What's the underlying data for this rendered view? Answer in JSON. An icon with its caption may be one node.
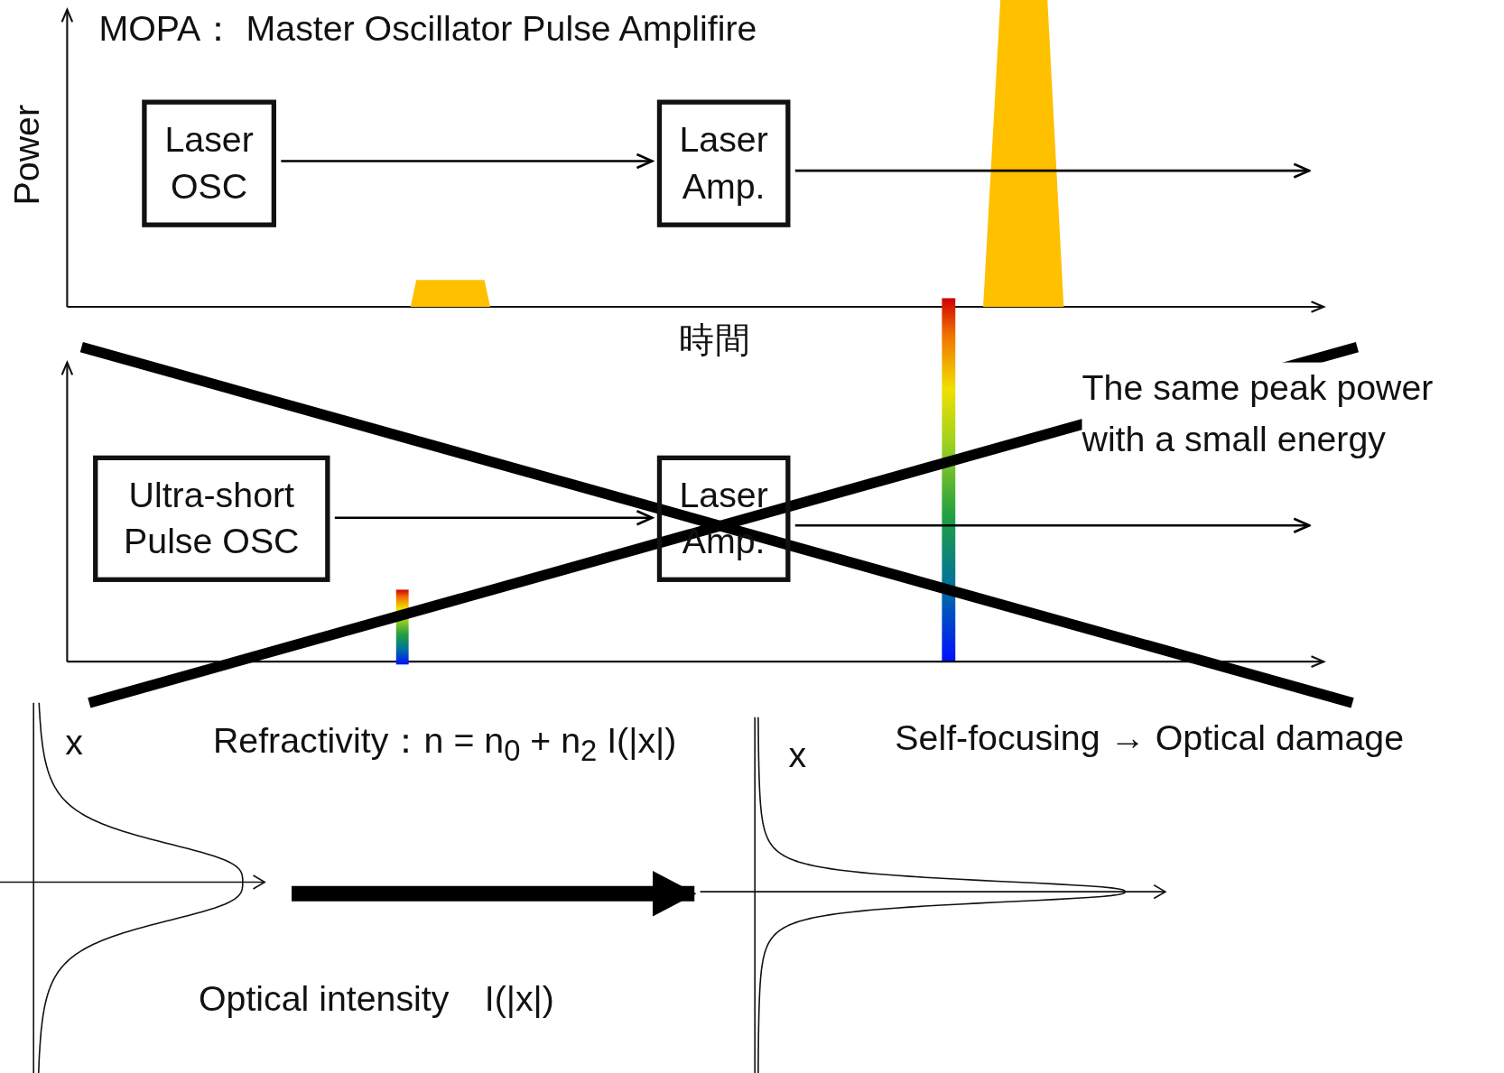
{
  "diagram": {
    "nodes": [
      {
        "text": [
          "Laser OSC"
        ]
      },
      {
        "text": [
          "Laser Amp."
        ]
      },
      {
        "text": [
          "Ultra-short Pulse OSC"
        ]
      },
      {
        "text": [
          "Laser Amp."
        ]
      },
      {
        "text": [],
        "shape": "picture"
      },
      {
        "text": [],
        "shape": "picture"
      }
    ],
    "edges": [
      {
        "from": 0,
        "to": 1,
        "arrow": "to"
      },
      {
        "from": 1,
        "to": null,
        "arrow": "to"
      },
      {
        "from": 2,
        "to": 3,
        "arrow": "to"
      },
      {
        "from": 3,
        "to": null,
        "arrow": "to"
      },
      {
        "from": 4,
        "to": 5,
        "arrow": "to",
        "style": "thick"
      }
    ],
    "labels": [
      "MOPA： Master Oscillator Pulse Amplifire",
      "Power",
      "時間",
      "The same peak power with a small energy",
      "x",
      "Refractivity：n = n$_{0}$ + n$_{2}$ I(|x|)",
      "Self-focusing → Optical damage",
      "x",
      "Optical intensity　I(|x|)"
    ]
  }
}
